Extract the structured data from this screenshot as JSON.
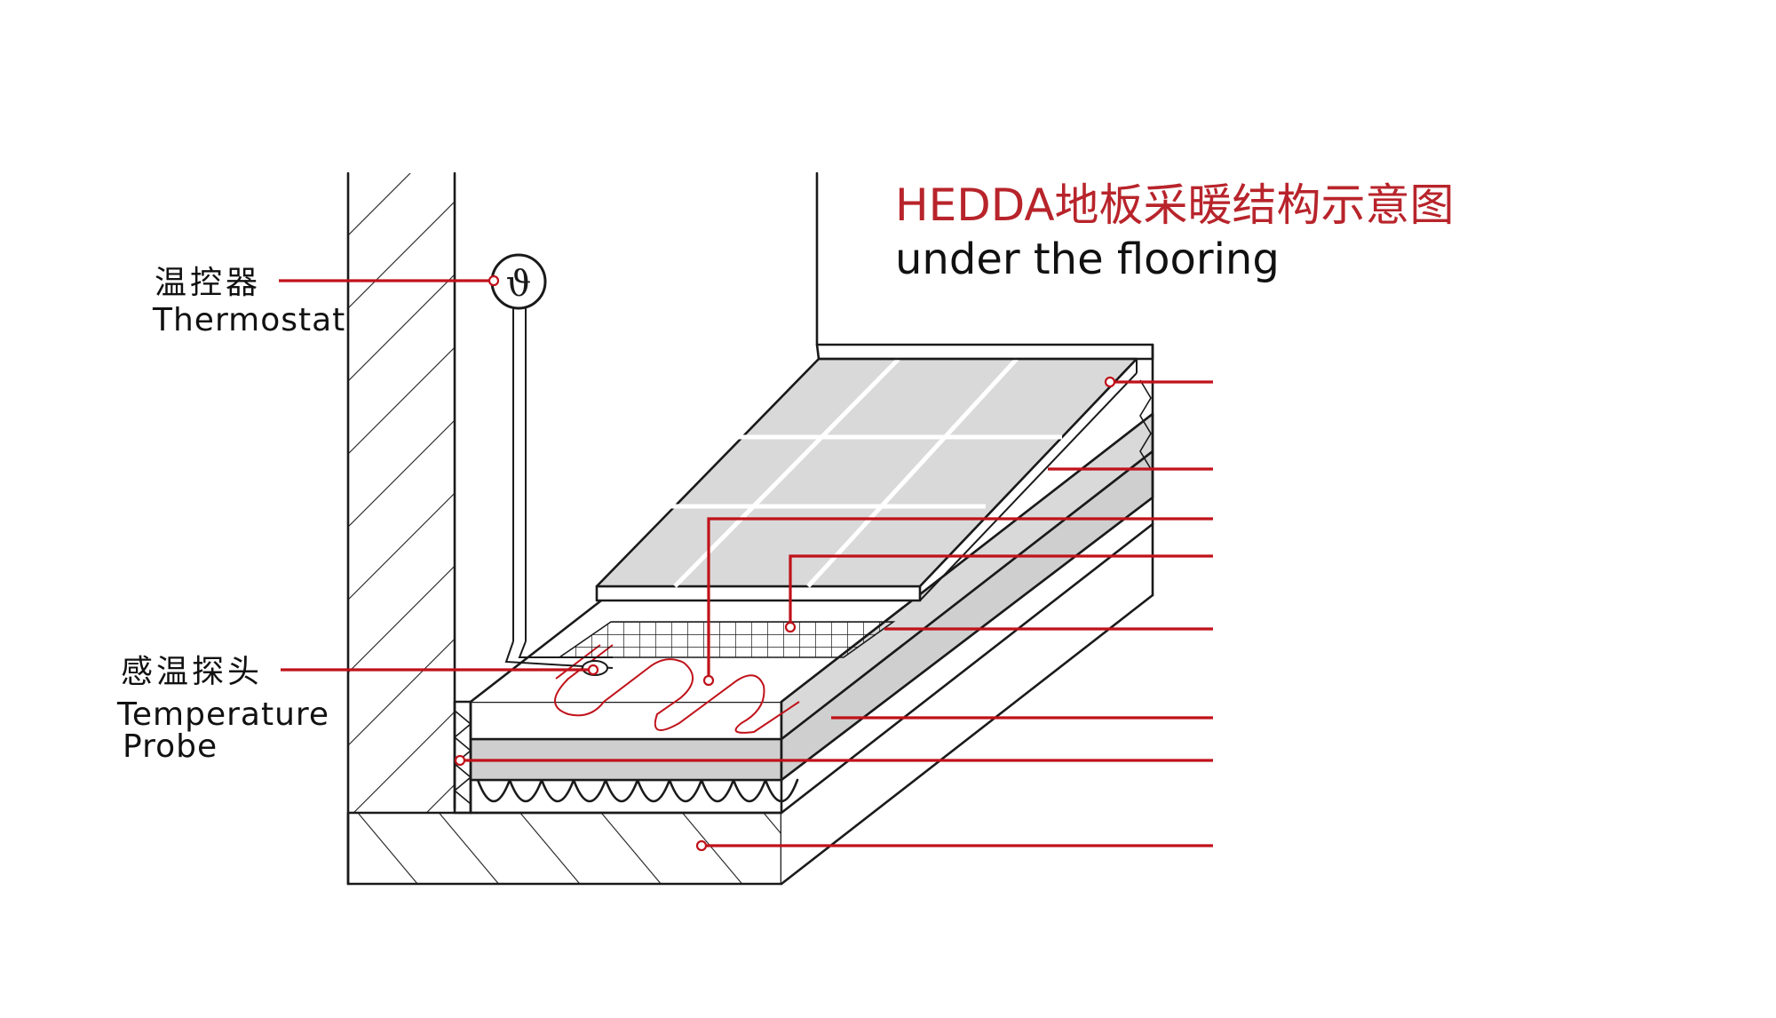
{
  "title": {
    "line1": "HEDDA地板采暖结构示意图",
    "line2": "under the flooring"
  },
  "labels": {
    "thermostat": {
      "cn": "温控器",
      "en": "Thermostat"
    },
    "probe": {
      "cn": "感温探头",
      "en_line1": "Temperature",
      "en_line2": "Probe"
    }
  },
  "thermostat_symbol": "ϑ",
  "colors": {
    "leader_red": "#c0121a",
    "title_red": "#b8242b",
    "tile_gray": "#d9d9d9",
    "insulation_gray": "#cfcfcf"
  },
  "icons": [
    "thermostat-icon",
    "temperature-probe-icon"
  ]
}
